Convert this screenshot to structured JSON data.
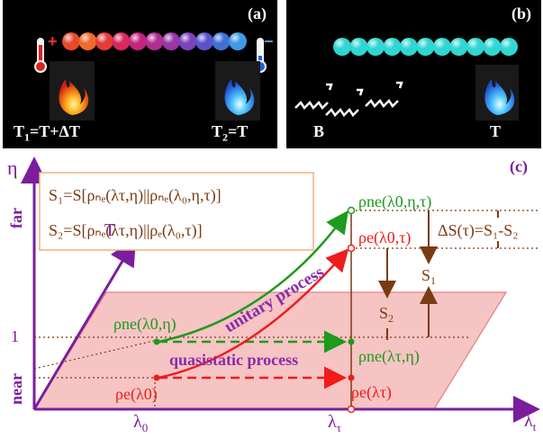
{
  "panel_a": {
    "label": "(a)",
    "plus_sign": "+",
    "minus_sign": "−",
    "hot_reservoir_label": "T",
    "hot_reservoir_sub": "1",
    "hot_reservoir_rest": "=T+ΔT",
    "cold_reservoir_label": "T",
    "cold_reservoir_sub": "2",
    "cold_reservoir_rest": "=T",
    "chain_colors": [
      "#e8492b",
      "#f06a2c",
      "#e33a3a",
      "#d8285e",
      "#c4257d",
      "#b12d93",
      "#9a36a7",
      "#7c42bd",
      "#5a53cd",
      "#3f6fd8",
      "#3f9ae6"
    ]
  },
  "panel_b": {
    "label": "(b)",
    "bath_label": "B",
    "reservoir_label": "T",
    "chain_color": "#2fd6d2"
  },
  "panel_c": {
    "label": "(c)",
    "y_axis": "η",
    "x_axis": "λ",
    "x_axis_sub": "t",
    "far": "far",
    "near": "near",
    "y_tick_1": "1",
    "t_axis": "T",
    "x_tick_0": "λ",
    "x_tick_0_sub": "0",
    "x_tick_tau": "λ",
    "x_tick_tau_sub": "τ",
    "s1_eq": "S₁=S[ρₙₑ(λτ,η)||ρₙₑ(λ₀,η,τ)]",
    "s2_eq": "S₂=S[ρₙₑ(λτ,η)||ρₑ(λ₀,τ)]",
    "unitary_process": "unitary process",
    "quasistatic_process": "quasistatic process",
    "delta_s": "ΔS(τ)=S₁-S₂",
    "s1_label": "S",
    "s1_sub": "1",
    "s2_label": "S",
    "s2_sub": "2",
    "rho_ne_l0_eta": "ρne(λ0,η)",
    "rho_e_l0": "ρe(λ0)",
    "rho_ne_l0_eta_tau": "ρne(λ0,η,τ)",
    "rho_e_l0_tau": "ρe(λ0,τ)",
    "rho_ne_ltau_eta": "ρne(λτ,η)",
    "rho_e_ltau": "ρe(λτ)",
    "colors": {
      "axis": "#7a1e9e",
      "green": "#1c9b1c",
      "red": "#f01b1b",
      "brown": "#7b3b12",
      "plane_fill": "#f7c4c4",
      "plane_stroke": "#e48080",
      "box_stroke": "#f0b080"
    }
  }
}
